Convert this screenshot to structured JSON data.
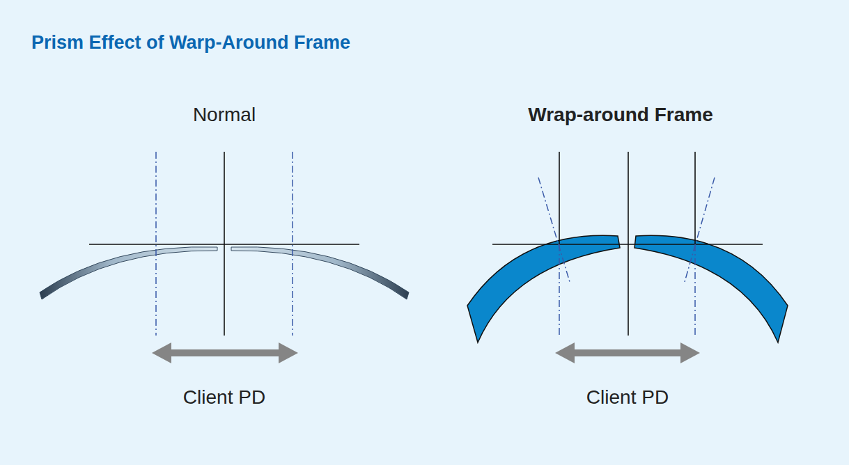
{
  "diagram": {
    "title": "Prism Effect of Warp-Around Frame",
    "labels": [
      "Normal",
      "Wrap-around Frame",
      "Client PD",
      "Client PD"
    ]
  }
}
